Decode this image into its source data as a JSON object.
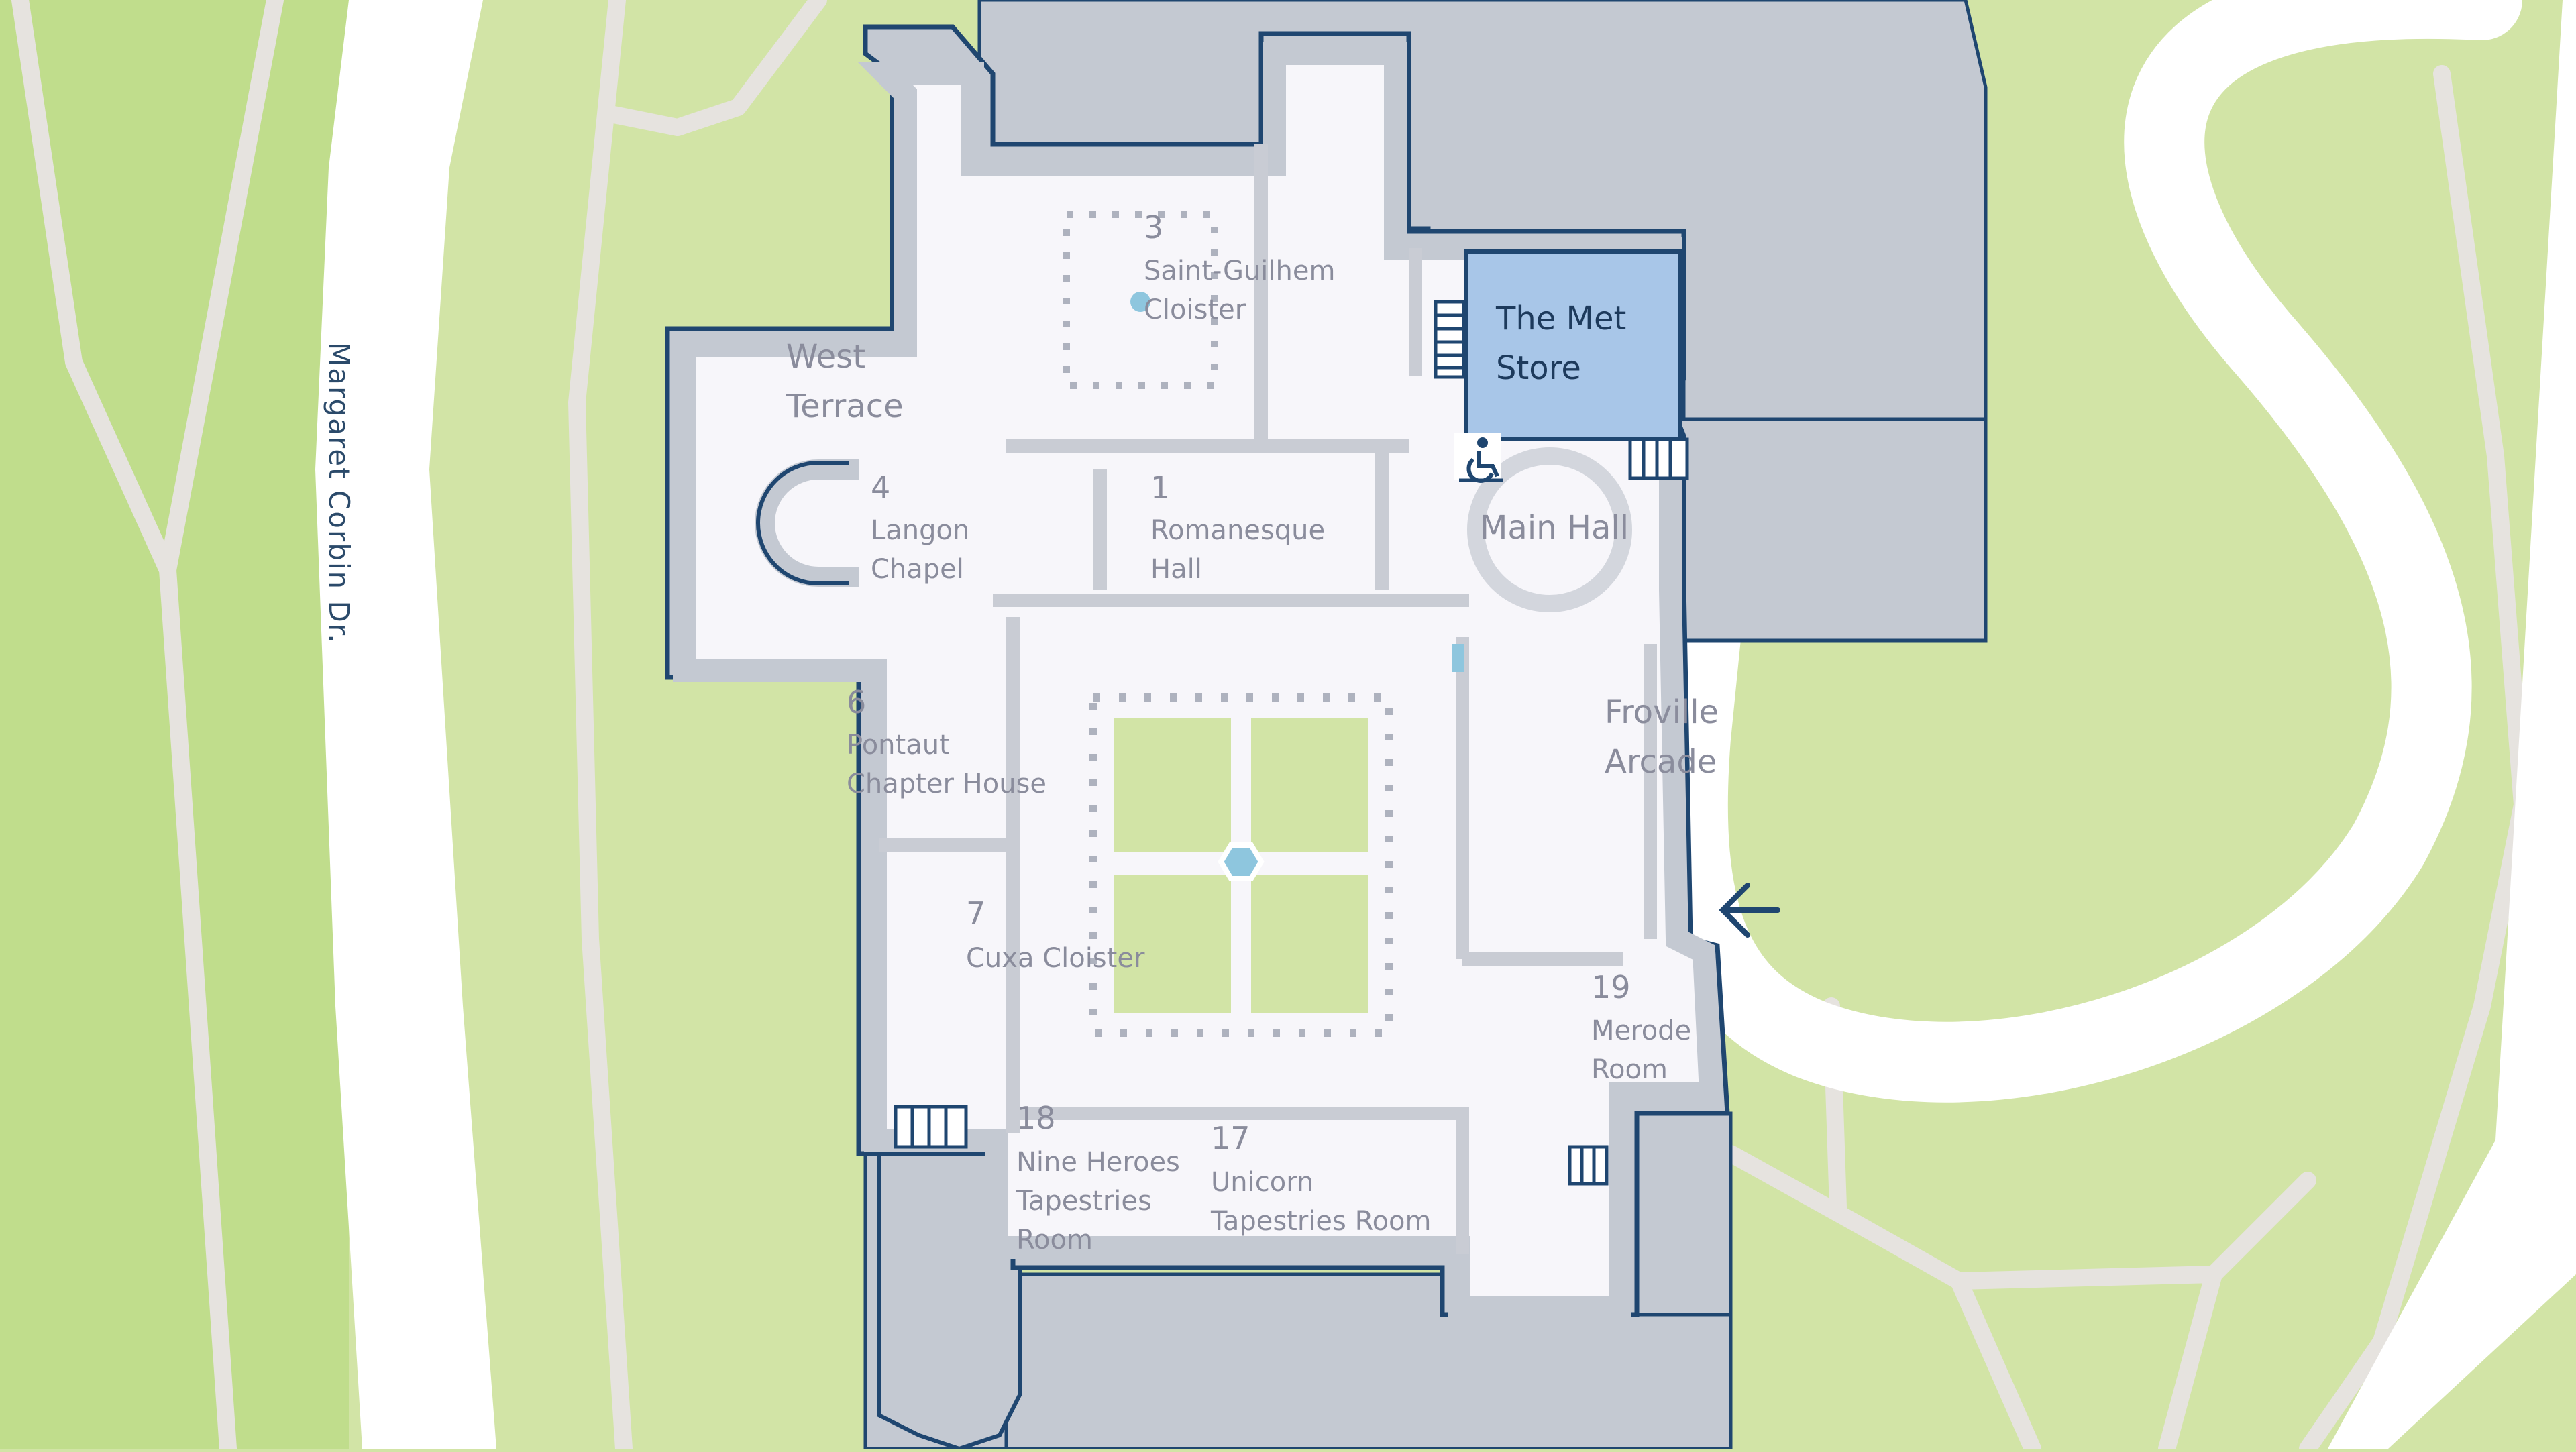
{
  "colors": {
    "grass_light": "#d2e4a6",
    "grass_dark": "#c0dd8c",
    "building_gray": "#c4c9d2",
    "outline": "#1f4670",
    "floor": "#f7f6fa",
    "store": "#a8c6e8",
    "label": "#8a8c9c"
  },
  "map": {
    "road_label": "Margaret Corbin Dr.",
    "rooms": [
      {
        "number": "1",
        "name_lines": [
          "Romanesque",
          "Hall"
        ]
      },
      {
        "number": "3",
        "name_lines": [
          "Saint-Guilhem",
          "Cloister"
        ]
      },
      {
        "number": "4",
        "name_lines": [
          "Langon",
          "Chapel"
        ]
      },
      {
        "number": "6",
        "name_lines": [
          "Pontaut",
          "Chapter House"
        ]
      },
      {
        "number": "7",
        "name_lines": [
          "Cuxa Cloister"
        ]
      },
      {
        "number": "17",
        "name_lines": [
          "Unicorn",
          "Tapestries Room"
        ]
      },
      {
        "number": "18",
        "name_lines": [
          "Nine Heroes",
          "Tapestries",
          "Room"
        ]
      },
      {
        "number": "19",
        "name_lines": [
          "Merode",
          "Room"
        ]
      }
    ],
    "areas": {
      "west_terrace": [
        "West",
        "Terrace"
      ],
      "main_hall": "Main Hall",
      "froville_arcade": [
        "Froville",
        "Arcade"
      ],
      "met_store": [
        "The Met",
        "Store"
      ]
    },
    "icons": [
      "accessible-icon",
      "stairs-icon",
      "entrance-arrow-icon",
      "fountain-icon"
    ]
  }
}
